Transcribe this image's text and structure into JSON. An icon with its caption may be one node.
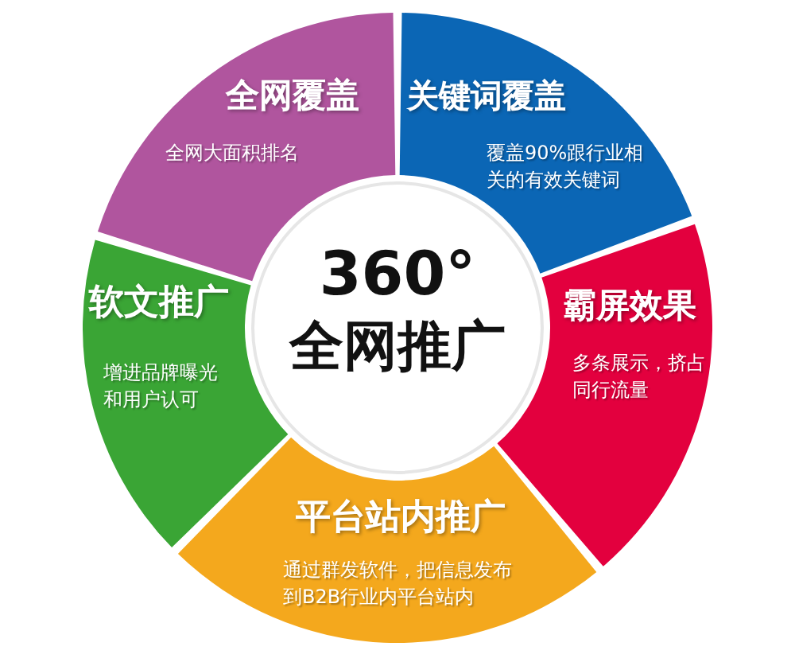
{
  "diagram": {
    "nodes": [
      {
        "text": [
          "全网覆盖",
          "全网大面积排名"
        ]
      },
      {
        "text": [
          "关键词覆盖",
          "覆盖90%跟行业相关的有效关键词"
        ]
      },
      {
        "text": [
          "软文推广",
          "增进品牌曝光和用户认可"
        ]
      },
      {
        "text": [
          "360°",
          "全网推广"
        ]
      },
      {
        "text": [
          "霸屏效果",
          "多条展示，挤占同行流量"
        ]
      },
      {
        "text": [
          "平台站内推广",
          "通过群发软件，把信息发布到B2B行业内平台站内"
        ]
      }
    ]
  }
}
